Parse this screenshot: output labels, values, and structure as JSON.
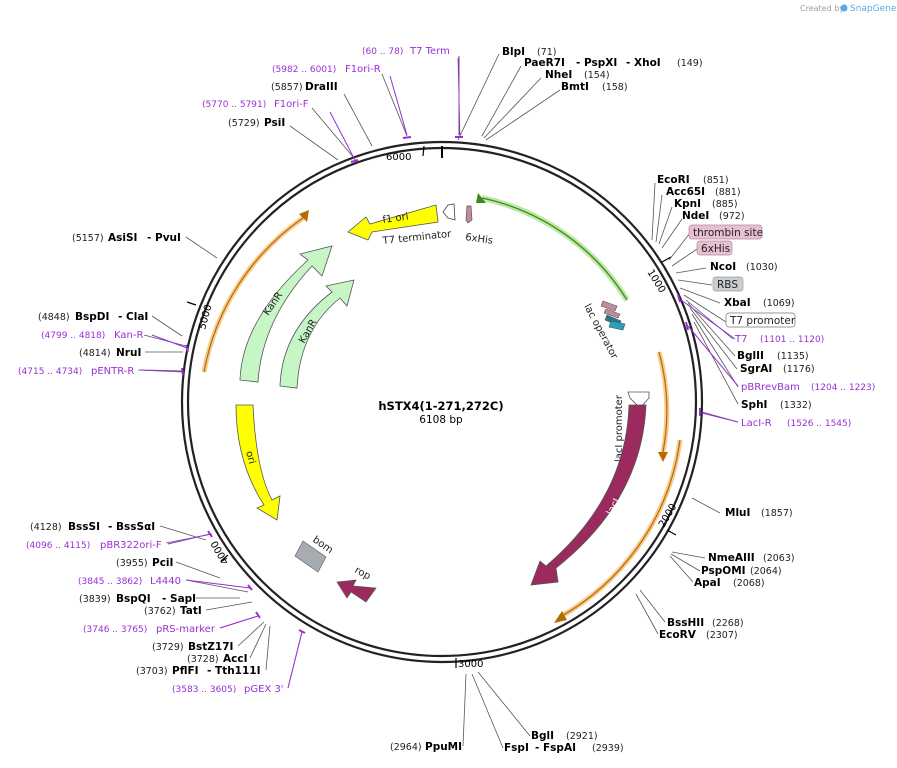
{
  "credit": {
    "prefix": "Created by",
    "brand": "SnapGene"
  },
  "plasmid": {
    "name": "hSTX4(1-271,272C)",
    "size": "6108 bp"
  },
  "ticks": [
    "1000",
    "2000",
    "3000",
    "4000",
    "5000",
    "6000"
  ],
  "enzymes": [
    {
      "pos": "(71)",
      "name": "BlpI"
    },
    {
      "name": "PaeR7I",
      "sep1": "- PspXI",
      "sep2": "- XhoI",
      "pos": "(149)"
    },
    {
      "name": "NheI",
      "pos": "(154)"
    },
    {
      "name": "BmtI",
      "pos": "(158)"
    },
    {
      "name": "EcoRI",
      "pos": "(851)"
    },
    {
      "name": "Acc65I",
      "pos": "(881)"
    },
    {
      "name": "KpnI",
      "pos": "(885)"
    },
    {
      "name": "NdeI",
      "pos": "(972)"
    },
    {
      "name": "NcoI",
      "pos": "(1030)"
    },
    {
      "name": "XbaI",
      "pos": "(1069)"
    },
    {
      "name": "BglII",
      "pos": "(1135)"
    },
    {
      "name": "SgrAI",
      "pos": "(1176)"
    },
    {
      "name": "SphI",
      "pos": "(1332)"
    },
    {
      "name": "MluI",
      "pos": "(1857)"
    },
    {
      "name": "NmeAIII",
      "pos": "(2063)"
    },
    {
      "name": "PspOMI",
      "pos": "(2064)"
    },
    {
      "name": "ApaI",
      "pos": "(2068)"
    },
    {
      "name": "BssHII",
      "pos": "(2268)"
    },
    {
      "name": "EcoRV",
      "pos": "(2307)"
    },
    {
      "name": "BglI",
      "pos": "(2921)"
    },
    {
      "name": "FspI",
      "sep1": "- FspAI",
      "pos": "(2939)"
    },
    {
      "pos": "(2964)",
      "name": "PpuMI"
    },
    {
      "pos": "(5857)",
      "name": "DraIII"
    },
    {
      "pos": "(5729)",
      "name": "PsiI"
    },
    {
      "pos": "(5157)",
      "name": "AsiSI",
      "sep1": "- PvuI"
    },
    {
      "pos": "(4848)",
      "name": "BspDI",
      "sep1": "- ClaI"
    },
    {
      "pos": "(4814)",
      "name": "NruI"
    },
    {
      "pos": "(4128)",
      "name": "BssSI",
      "sep1": "- BssSαI"
    },
    {
      "pos": "(3955)",
      "name": "PciI"
    },
    {
      "pos": "(3839)",
      "name": "BspQI",
      "sep1": "- SapI"
    },
    {
      "pos": "(3762)",
      "name": "TatI"
    },
    {
      "pos": "(3729)",
      "name": "BstZ17I"
    },
    {
      "pos": "(3728)",
      "name": "AccI"
    },
    {
      "pos": "(3703)",
      "name": "PflFI",
      "sep1": "- Tth111I"
    }
  ],
  "primers": [
    {
      "range": "(60 .. 78)",
      "name": "T7 Term"
    },
    {
      "range": "(5982 .. 6001)",
      "name": "F1ori-R"
    },
    {
      "range": "(5770 .. 5791)",
      "name": "F1ori-F"
    },
    {
      "name": "T7",
      "range": "(1101 .. 1120)"
    },
    {
      "name": "pBRrevBam",
      "range": "(1204 .. 1223)"
    },
    {
      "name": "LacI-R",
      "range": "(1526 .. 1545)"
    },
    {
      "range": "(4799 .. 4818)",
      "name": "Kan-R"
    },
    {
      "range": "(4715 .. 4734)",
      "name": "pENTR-R"
    },
    {
      "range": "(4096 .. 4115)",
      "name": "pBR322ori-F"
    },
    {
      "range": "(3845 .. 3862)",
      "name": "L4440"
    },
    {
      "range": "(3746 .. 3765)",
      "name": "pRS-marker"
    },
    {
      "range": "(3583 .. 3605)",
      "name": "pGEX 3'"
    }
  ],
  "boxed_features": [
    "thrombin site",
    "6xHis",
    "RBS",
    "T7 promoter"
  ],
  "features": {
    "f1_ori": "f1 ori",
    "t7_terminator": "T7 terminator",
    "his6": "6xHis",
    "kanr_outer": "KanR",
    "kanr_inner": "KanR",
    "ori": "ori",
    "bom": "bom",
    "rop": "rop",
    "lac_operator": "lac operator",
    "laci_promoter": "lacI promoter",
    "laci": "lacI"
  },
  "colors": {
    "backbone": "#222222",
    "primer": "#9a2fd6",
    "kanr": "#c6f5c6",
    "ori": "#ffff00",
    "laci": "#9b2b5e",
    "orf": "#f5b95a",
    "insert": "#8fd36b",
    "bom": "#a7acb3",
    "f1_ori": "#ffff00"
  }
}
